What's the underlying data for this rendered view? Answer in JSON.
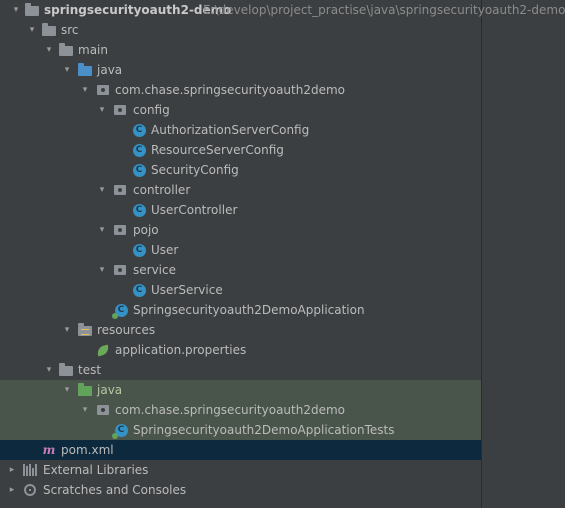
{
  "project": {
    "name": "springsecurityoauth2-demo",
    "path": "E:\\develop\\project_practise\\java\\springsecurityoauth2-demo"
  },
  "tree": {
    "src": "src",
    "main": "main",
    "java": "java",
    "package": "com.chase.springsecurityoauth2demo",
    "config": "config",
    "authorization_server_config": "AuthorizationServerConfig",
    "resource_server_config": "ResourceServerConfig",
    "security_config": "SecurityConfig",
    "controller": "controller",
    "user_controller": "UserController",
    "pojo": "pojo",
    "user": "User",
    "service": "service",
    "user_service": "UserService",
    "application": "Springsecurityoauth2DemoApplication",
    "resources": "resources",
    "application_properties": "application.properties",
    "test": "test",
    "test_java": "java",
    "test_package": "com.chase.springsecurityoauth2demo",
    "application_tests": "Springsecurityoauth2DemoApplicationTests",
    "pom": "pom.xml",
    "external_libraries": "External Libraries",
    "scratches": "Scratches and Consoles"
  },
  "icons": {
    "class_glyph": "C",
    "maven_glyph": "m",
    "expanded": "▾",
    "collapsed": "▸"
  },
  "colors": {
    "background": "#3c3f41",
    "test_highlight": "#49544a",
    "selected": "#0d293e",
    "class_icon": "#3592c4",
    "source_folder": "#4a8fc7",
    "test_folder": "#62a35c"
  }
}
